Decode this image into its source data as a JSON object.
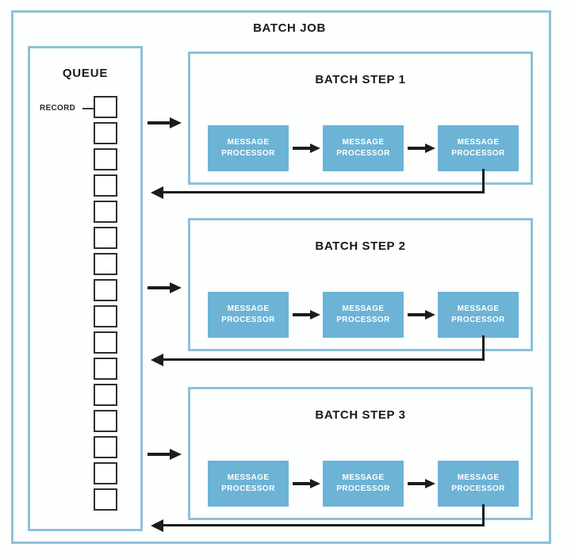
{
  "diagram": {
    "title": "BATCH JOB",
    "queue": {
      "title": "QUEUE",
      "record_label": "RECORD",
      "record_count": 16
    },
    "steps": [
      {
        "title": "BATCH STEP 1",
        "processors": [
          {
            "line1": "MESSAGE",
            "line2": "PROCESSOR"
          },
          {
            "line1": "MESSAGE",
            "line2": "PROCESSOR"
          },
          {
            "line1": "MESSAGE",
            "line2": "PROCESSOR"
          }
        ]
      },
      {
        "title": "BATCH STEP 2",
        "processors": [
          {
            "line1": "MESSAGE",
            "line2": "PROCESSOR"
          },
          {
            "line1": "MESSAGE",
            "line2": "PROCESSOR"
          },
          {
            "line1": "MESSAGE",
            "line2": "PROCESSOR"
          }
        ]
      },
      {
        "title": "BATCH STEP 3",
        "processors": [
          {
            "line1": "MESSAGE",
            "line2": "PROCESSOR"
          },
          {
            "line1": "MESSAGE",
            "line2": "PROCESSOR"
          },
          {
            "line1": "MESSAGE",
            "line2": "PROCESSOR"
          }
        ]
      }
    ],
    "colors": {
      "frame_border": "#8fc0d8",
      "processor_fill": "#6cb3d6",
      "processor_text": "#ffffff",
      "arrow": "#1c1c1c",
      "record_border": "#2e2e2e",
      "background": "#fdfefe",
      "title_text": "#1a1a1a"
    }
  }
}
